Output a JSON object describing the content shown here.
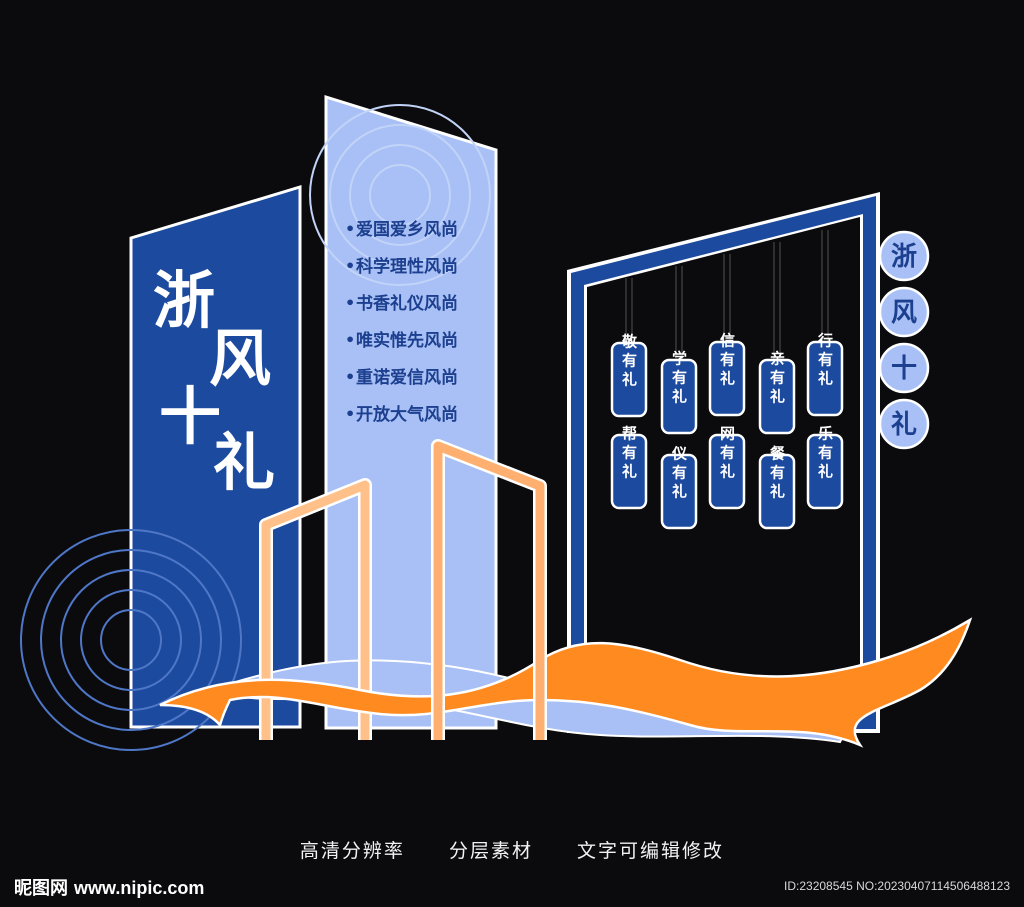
{
  "left_panel": {
    "title_chars": [
      "浙",
      "风",
      "十",
      "礼"
    ]
  },
  "middle_panel": {
    "items": [
      "爱国爱乡风尚",
      "科学理性风尚",
      "书香礼仪风尚",
      "唯实惟先风尚",
      "重诺爱信风尚",
      "开放大气风尚"
    ]
  },
  "right_panel": {
    "tags_top": [
      "敬有礼",
      "学有礼",
      "信有礼",
      "亲有礼",
      "行有礼"
    ],
    "tags_bottom": [
      "帮有礼",
      "仪有礼",
      "网有礼",
      "餐有礼",
      "乐有礼"
    ],
    "side_circles": [
      "浙",
      "风",
      "十",
      "礼"
    ]
  },
  "captions": [
    "高清分辨率",
    "分层素材",
    "文字可编辑修改"
  ],
  "watermark": {
    "logo_text": "昵图网",
    "url": "www.nipic.com",
    "id_text": "ID:23208545 NO:20230407114506488123"
  },
  "colors": {
    "background": "#0b0b0d",
    "deep_blue": "#1c4a9e",
    "light_blue": "#a8c0f5",
    "orange": "#ff8a1f",
    "peach": "#ffc08a",
    "white": "#ffffff"
  }
}
